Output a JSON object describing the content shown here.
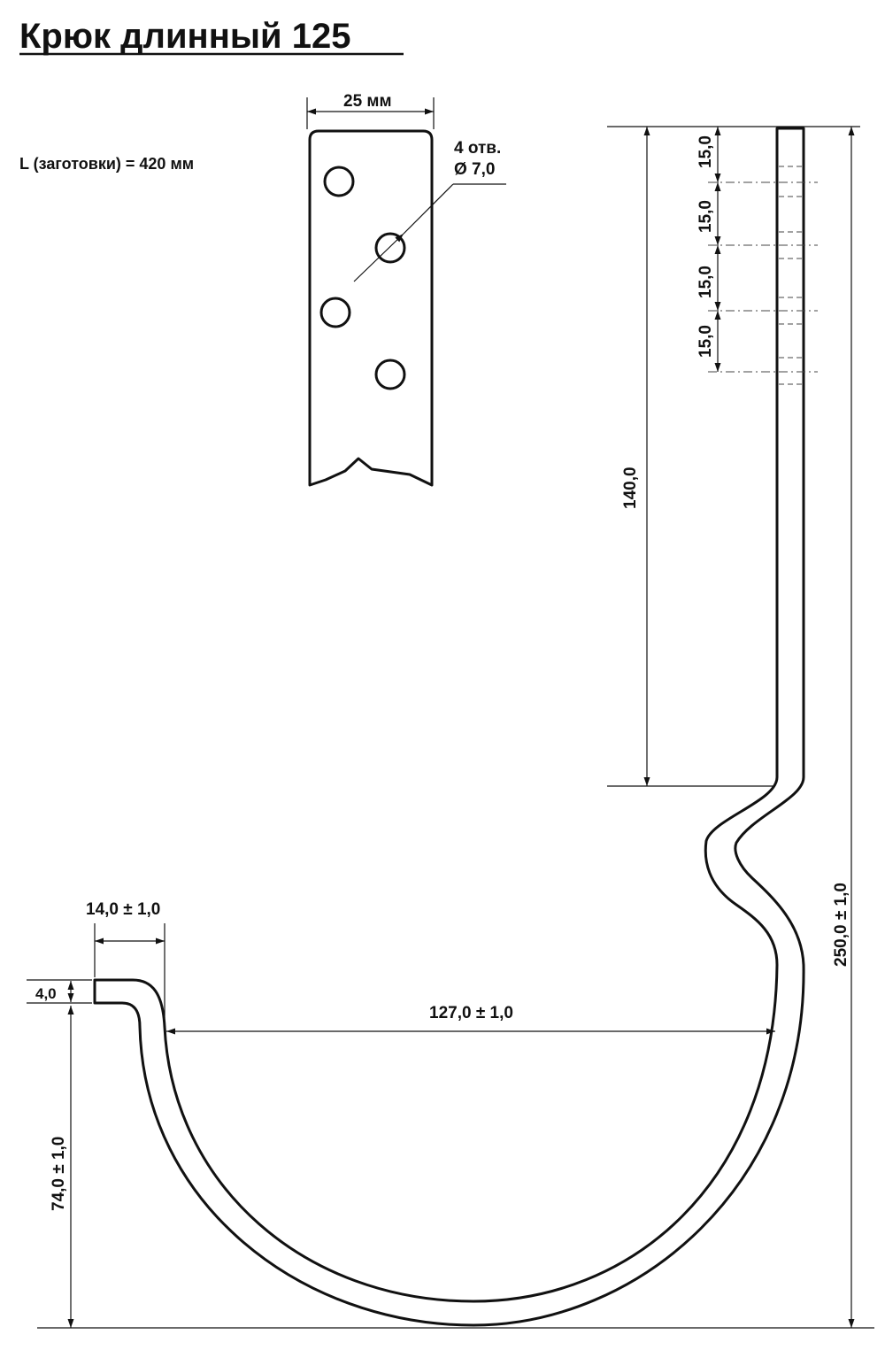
{
  "title": "Крюк длинный 125",
  "blank_length_note": "L (заготовки) = 420 мм",
  "strip": {
    "width_label": "25 мм",
    "holes_label_line1": "4 отв.",
    "holes_label_line2": "Ø 7,0"
  },
  "dimensions": {
    "hole_spacing": [
      "15,0",
      "15,0",
      "15,0",
      "15,0"
    ],
    "shank_length": "140,0",
    "total_height": "250,0 ± 1,0",
    "inner_width": "127,0 ± 1,0",
    "lip_length": "14,0 ± 1,0",
    "lip_height": "4,0",
    "cradle_depth": "74,0 ± 1,0"
  }
}
